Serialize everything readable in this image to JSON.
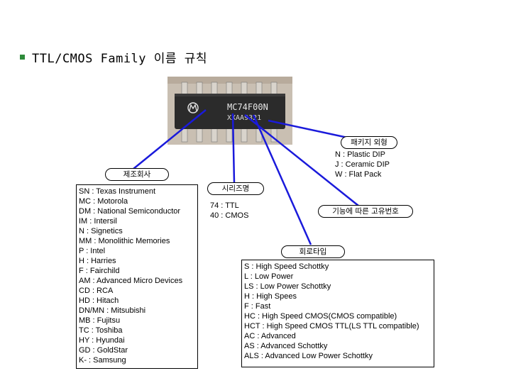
{
  "title": "TTL/CMOS Family 이름 규칙",
  "chip": {
    "marking_line1": "MC74F00N",
    "marking_line2": "XXAA9321",
    "logo": "motorola-logo"
  },
  "package": {
    "label": "패키지 외형",
    "items": [
      "N : Plastic DIP",
      "J : Ceramic DIP",
      "W : Flat Pack"
    ]
  },
  "manufacturer": {
    "label": "제조회사",
    "items": [
      "SN : Texas Instrument",
      "MC : Motorola",
      "DM : National Semiconductor",
      "IM : Intersil",
      "N : Signetics",
      "MM : Monolithic Memories",
      "P : Intel",
      "H : Harries",
      "F : Fairchild",
      "AM : Advanced Micro Devices",
      "CD : RCA",
      "HD : Hitach",
      "DN/MN : Mitsubishi",
      "MB : Fujitsu",
      "TC : Toshiba",
      "HY : Hyundai",
      "GD : GoldStar",
      "K- : Samsung"
    ]
  },
  "series": {
    "label": "시리즈명",
    "items": [
      "74 : TTL",
      "40 : CMOS"
    ]
  },
  "function_id": {
    "label": "기능에 따른 고유번호"
  },
  "circuit_type": {
    "label": "회로타입",
    "items": [
      "S : High Speed Schottky",
      "L : Low Power",
      "LS : Low Power Schottky",
      "H : High Spees",
      "F : Fast",
      "HC : High Speed CMOS(CMOS compatible)",
      "HCT : High Speed CMOS TTL(LS TTL compatible)",
      "AC : Advanced",
      "AS : Advanced Schottky",
      "ALS : Advanced Low Power Schottky"
    ]
  },
  "colors": {
    "bullet": "#2e8b3a",
    "connector": "#1a1adb"
  }
}
